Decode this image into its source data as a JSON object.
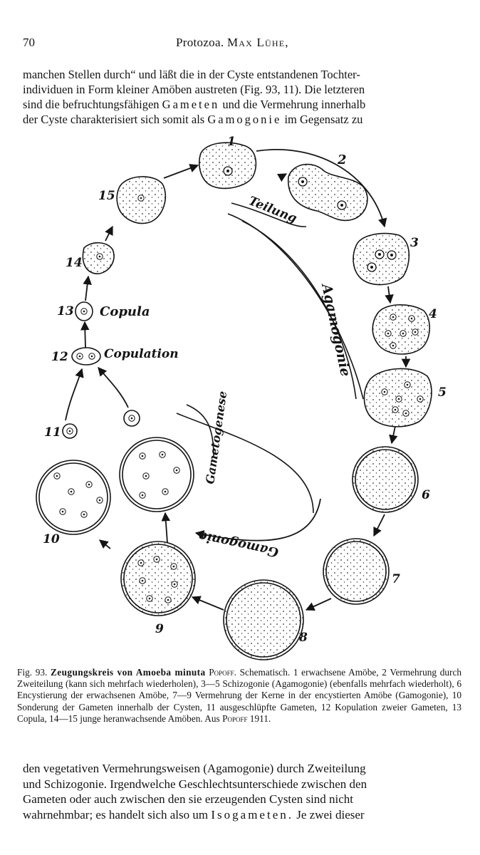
{
  "header": {
    "page_number": "70",
    "running_head_prefix": "Protozoa.",
    "running_head_author": "Max Lühe,"
  },
  "intro": {
    "line1": "manchen Stellen durch“ und läßt die in der Cyste entstandenen Tochter-",
    "line2": "individuen in Form kleiner Amöben austreten (Fig. 93, 11). Die letzteren",
    "line3_a": "sind die befruchtungsfähigen",
    "line3_spaced": "Gameten",
    "line3_b": "und die Vermehrung innerhalb",
    "line4_a": "der Cyste charakterisiert sich somit als",
    "line4_spaced": "Gamogonie",
    "line4_b": "im Gegensatz zu"
  },
  "figure": {
    "labels": {
      "n1": "1",
      "n2": "2",
      "n3": "3",
      "n4": "4",
      "n5": "5",
      "n6": "6",
      "n7": "7",
      "n8": "8",
      "n9": "9",
      "n10": "10",
      "n11": "11",
      "n12": "12",
      "n13": "13",
      "n14": "14",
      "n15": "15",
      "copula": "Copula",
      "copulation": "Copulation",
      "teilung": "Teilung",
      "agamogonie": "Agamogonie",
      "gametogenese": "Gametogenese",
      "gamogonie": "Gamogonie"
    }
  },
  "caption": {
    "fig_label": "Fig. 93.",
    "title": "Zeugungskreis von Amoeba minuta",
    "author": "Popoff.",
    "text": "Schematisch. 1 erwachsene Amöbe, 2 Vermehrung durch Zweiteilung (kann sich mehrfach wiederholen), 3—5 Schizogonie (Agamogonie) (ebenfalls mehrfach wiederholt), 6 Encystierung der erwachsenen Amöbe, 7—9 Vermehrung der Kerne in der encystierten Amöbe (Gamogonie), 10 Sonderung der Gameten innerhalb der Cysten, 11 ausgeschlüpfte Gameten, 12 Kopulation zweier Gameten, 13 Copula, 14—15 junge heranwachsende Amöben. Aus",
    "source": "Popoff 1911."
  },
  "outro": {
    "line1": "den vegetativen Vermehrungsweisen (Agamogonie) durch Zweiteilung",
    "line2": "und Schizogonie. Irgendwelche Geschlechtsunterschiede zwischen den",
    "line3": "Gameten oder auch zwischen den sie erzeugenden Cysten sind nicht",
    "line4_a": "wahrnehmbar; es handelt sich also um",
    "line4_spaced": "Isogameten.",
    "line4_b": "Je zwei dieser"
  },
  "colors": {
    "ink": "#141414",
    "paper": "#ffffff"
  }
}
